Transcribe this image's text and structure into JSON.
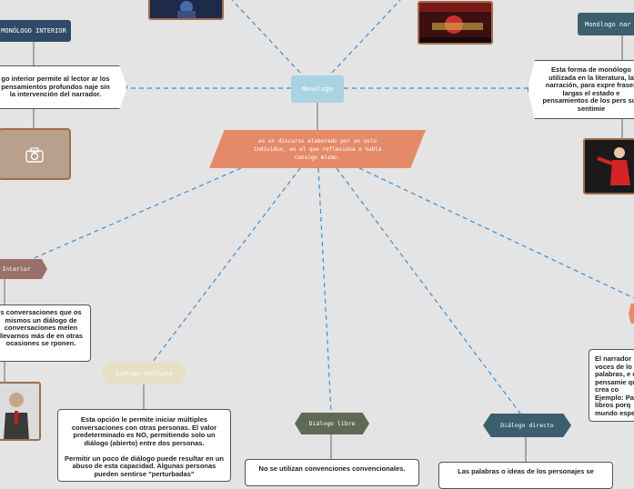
{
  "center": {
    "title": "Monologo"
  },
  "definition": {
    "text": "es un discurso elaborado por un solo individuo, en el que reflexiona o habla consigo mismo."
  },
  "monologo_interior": {
    "label": "MONÓLOGO INTERIOR",
    "note": "go interior permite al lector ar los pensamientos profundos naje sin la intervención del narrador."
  },
  "monologo_narrado": {
    "label": "Monólogo nar",
    "note": "Esta forma de monólogo utilizada en la literatura, la narración, para expre frases largas el estado e pensamientos de los pers sus sentimie"
  },
  "dialogo_interior": {
    "label": "Interior",
    "note": "s conversaciones que os mismos un diálogo de conversaciones melen llevarnos más de en otras ocasiones se rponen."
  },
  "dialogo_multiple": {
    "label": "Diálogo múltiple",
    "note": "Esta opción le permite iniciar múltiples conversaciones con otras personas. El valor predeterminado es NO, permitiendo solo un diálogo (abierto) entre dos personas.\n\nPermitir un poco de diálogo puede resultar en un abuso de esta capacidad. Algunas personas pueden sentirse \"perturbadas\""
  },
  "dialogo_libre": {
    "label": "Diálogo libre",
    "note": "No se utilizan convenciones convencionales."
  },
  "dialogo_directo": {
    "label": "Diálogo directo",
    "note": "Las palabras o ideas de los personajes se"
  },
  "right_lower": {
    "note": "El narrador voces de lo palabras, e o pensamie que crea co Ejemplo: Pa libros porq mundo espe"
  },
  "icons": {
    "camera": "camera-icon"
  },
  "colors": {
    "line": "#3a8fd4",
    "navy": "#2f4a66",
    "teal": "#3b5f6e",
    "center": "#a9d3e2",
    "salmon": "#e58a69",
    "beige": "#e8dfc6",
    "olive": "#5e6a55",
    "mauve": "#9a7068",
    "photo_placeholder": "#b7a08c"
  }
}
